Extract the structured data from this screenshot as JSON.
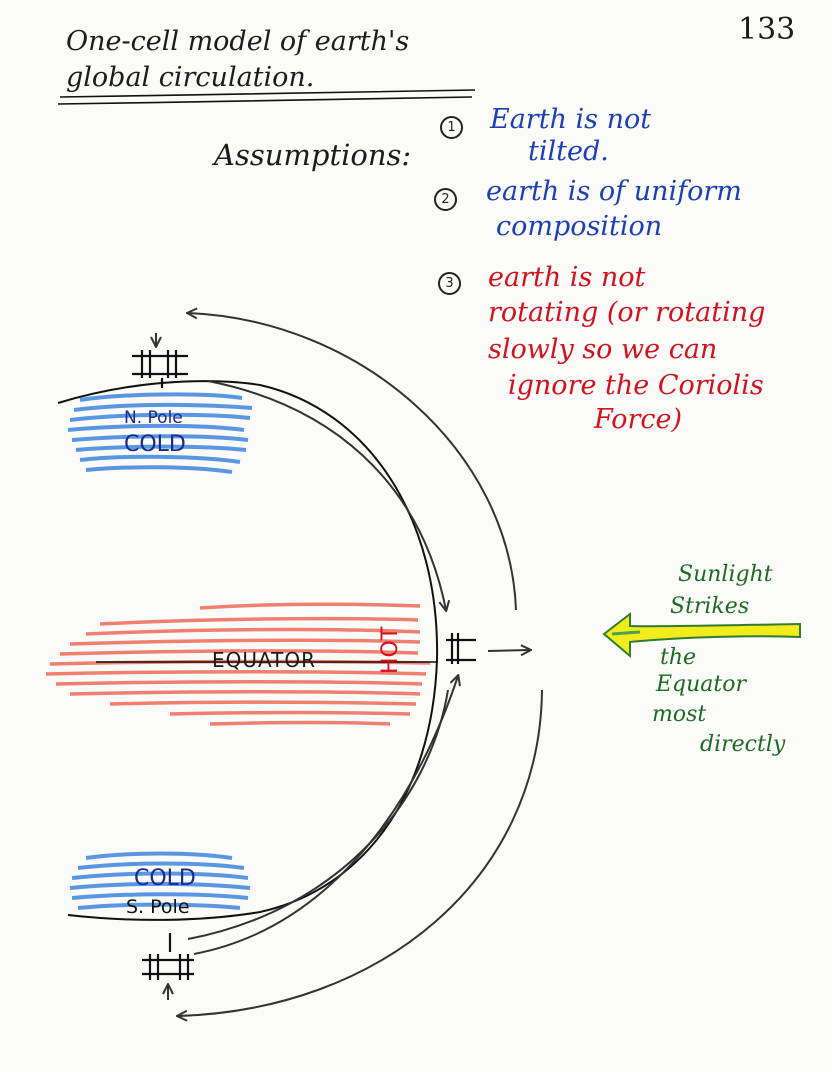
{
  "page_number": "133",
  "title_line1": "One-cell model of earth's",
  "title_line2": "global circulation.",
  "assumptions_label": "Assumptions:",
  "assumptions": [
    {
      "number": "1",
      "lines": [
        "Earth is not",
        "tilted."
      ],
      "color": "#1d3fb4"
    },
    {
      "number": "2",
      "lines": [
        "earth is of uniform",
        "composition"
      ],
      "color": "#1d3fb4"
    },
    {
      "number": "3",
      "lines": [
        "earth is not",
        "rotating (or rotating",
        "slowly so we can",
        "ignore the Coriolis",
        "Force)"
      ],
      "color": "#d3121e"
    }
  ],
  "diagram": {
    "north_pole_label": "N. Pole",
    "north_cold_label": "COLD",
    "south_cold_label": "COLD",
    "south_pole_label": "S. Pole",
    "equator_label": "EQUATOR",
    "hot_label": "HOT",
    "sunlight_lines": [
      "Sunlight",
      "Strikes",
      "the",
      "Equator",
      "most",
      "directly"
    ],
    "colors": {
      "cold": "#3f86e0",
      "hot": "#ef6b55",
      "sun_arrow": "#f2ec1c",
      "sun_text": "#1e6a22"
    }
  }
}
